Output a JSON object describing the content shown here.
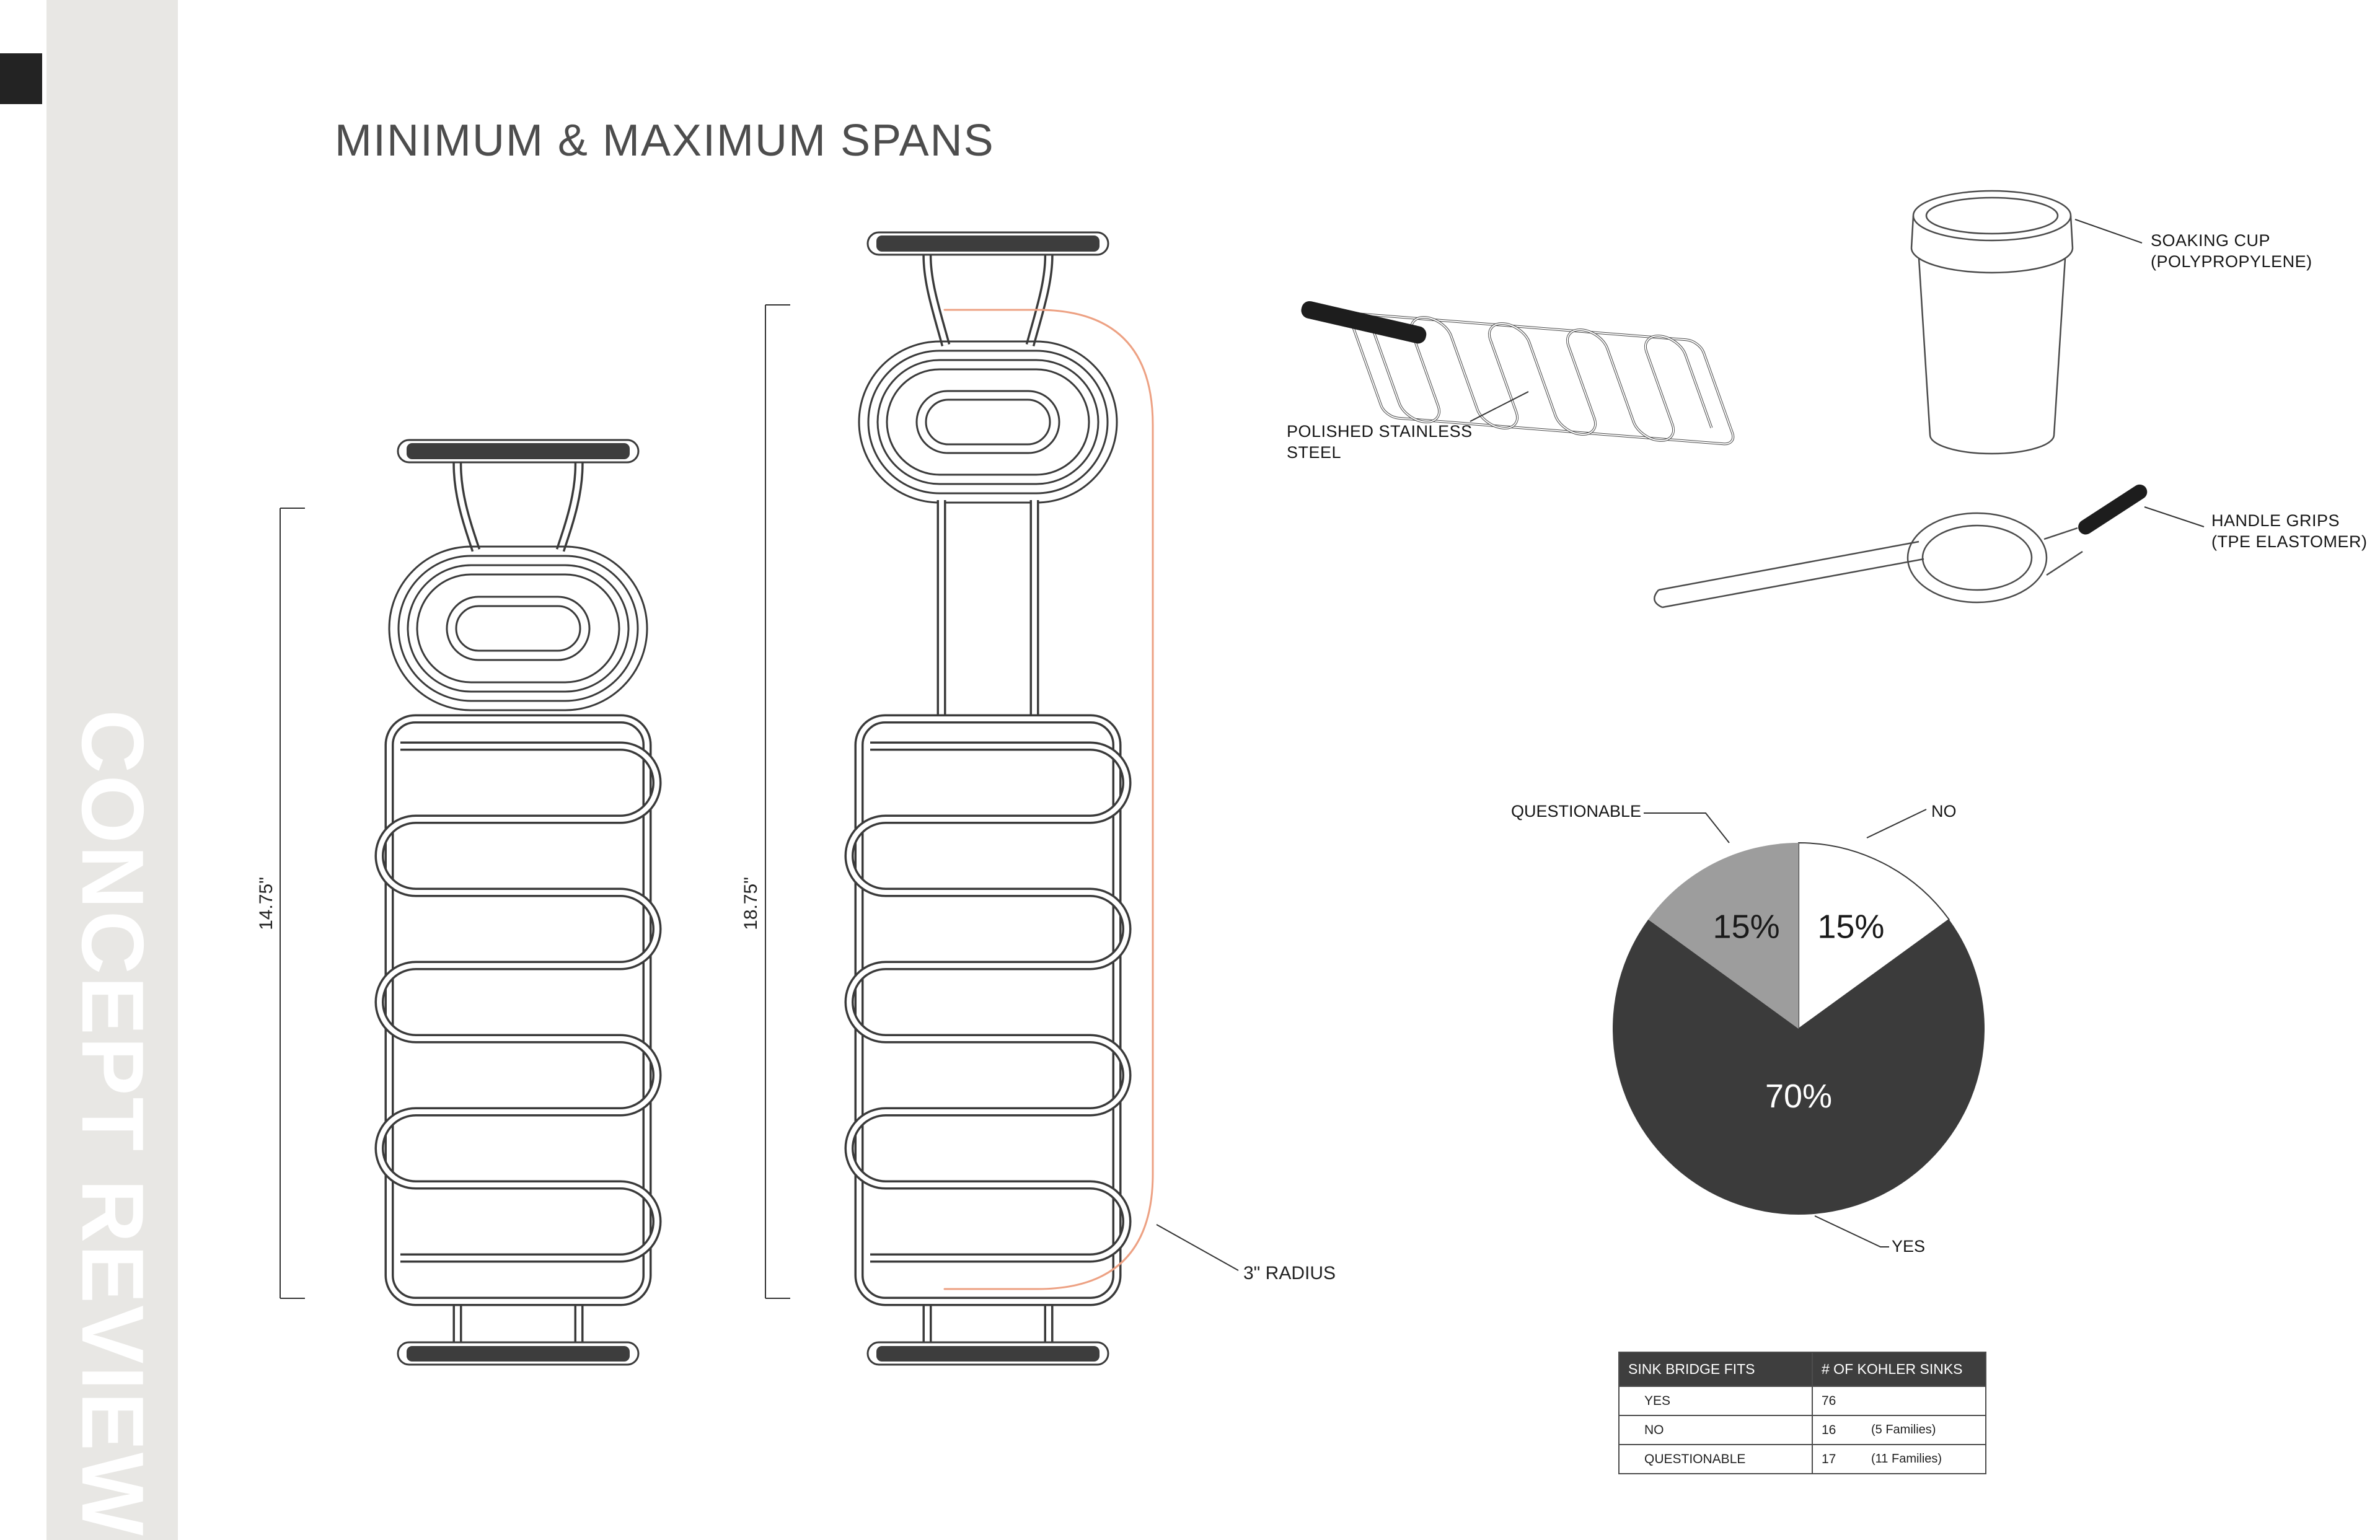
{
  "sidebar": {
    "label": "CONCEPT REVIEW"
  },
  "header": {
    "title": "MINIMUM & MAXIMUM SPANS"
  },
  "drawings": {
    "small": {
      "dimension": "14.75\""
    },
    "large": {
      "dimension": "18.75\""
    },
    "radius_label": "3\" RADIUS"
  },
  "parts": {
    "steel": {
      "lines": [
        "POLISHED STAINLESS",
        "STEEL"
      ]
    },
    "cup": {
      "lines": [
        "SOAKING CUP",
        "(POLYPROPYLENE)"
      ]
    },
    "grips": {
      "lines": [
        "HANDLE GRIPS",
        "(TPE ELASTOMER)"
      ]
    }
  },
  "chart_data": {
    "type": "pie",
    "slices": [
      {
        "label": "NO",
        "value": 15,
        "color": "#ffffff",
        "text_color": "#1a1a1a"
      },
      {
        "label": "YES",
        "value": 70,
        "color": "#3b3b3b",
        "text_color": "#ffffff"
      },
      {
        "label": "QUESTIONABLE",
        "value": 15,
        "color": "#9d9d9d",
        "text_color": "#1a1a1a"
      }
    ],
    "value_suffix": "%",
    "layout": {
      "start": "12 o'clock",
      "direction": "clockwise",
      "labels": "callouts outside, percents inside"
    }
  },
  "table": {
    "headers": [
      "SINK BRIDGE FITS",
      "# OF KOHLER SINKS"
    ],
    "rows": [
      {
        "fit": "YES",
        "count": "76",
        "note": ""
      },
      {
        "fit": "NO",
        "count": "16",
        "note": "(5 Families)"
      },
      {
        "fit": "QUESTIONABLE",
        "count": "17",
        "note": "(11 Families)"
      }
    ]
  },
  "colors": {
    "accent_outline": "#eda183",
    "line_art": "#3a3a3a",
    "sidebar_bg": "#e8e7e4",
    "table_header_bg": "#3e3e3e"
  }
}
